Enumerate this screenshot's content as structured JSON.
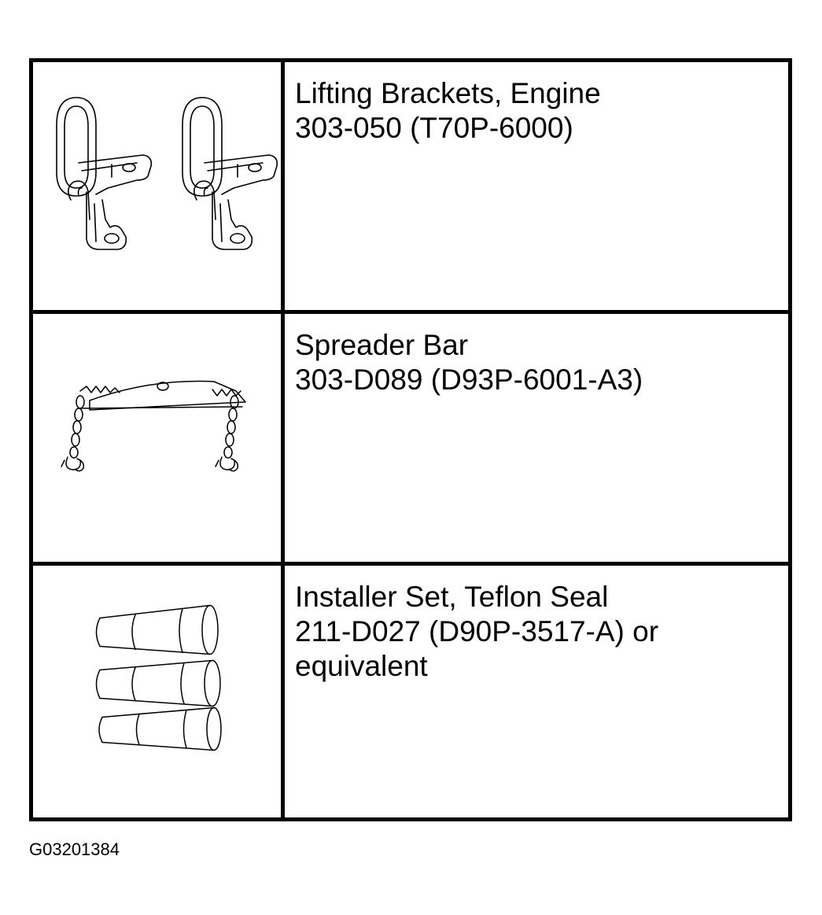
{
  "tools": [
    {
      "name": "Lifting Brackets, Engine",
      "part_number": "303-050 (T70P-6000)",
      "part_number_cont": "",
      "icon": "lifting-bracket-icon"
    },
    {
      "name": "Spreader Bar",
      "part_number": "303-D089 (D93P-6001-A3)",
      "part_number_cont": "",
      "icon": "spreader-bar-icon"
    },
    {
      "name": "Installer Set, Teflon Seal",
      "part_number": "211-D027 (D90P-3517-A) or",
      "part_number_cont": "equivalent",
      "icon": "seal-installer-icon"
    }
  ],
  "figure_id": "G03201384"
}
